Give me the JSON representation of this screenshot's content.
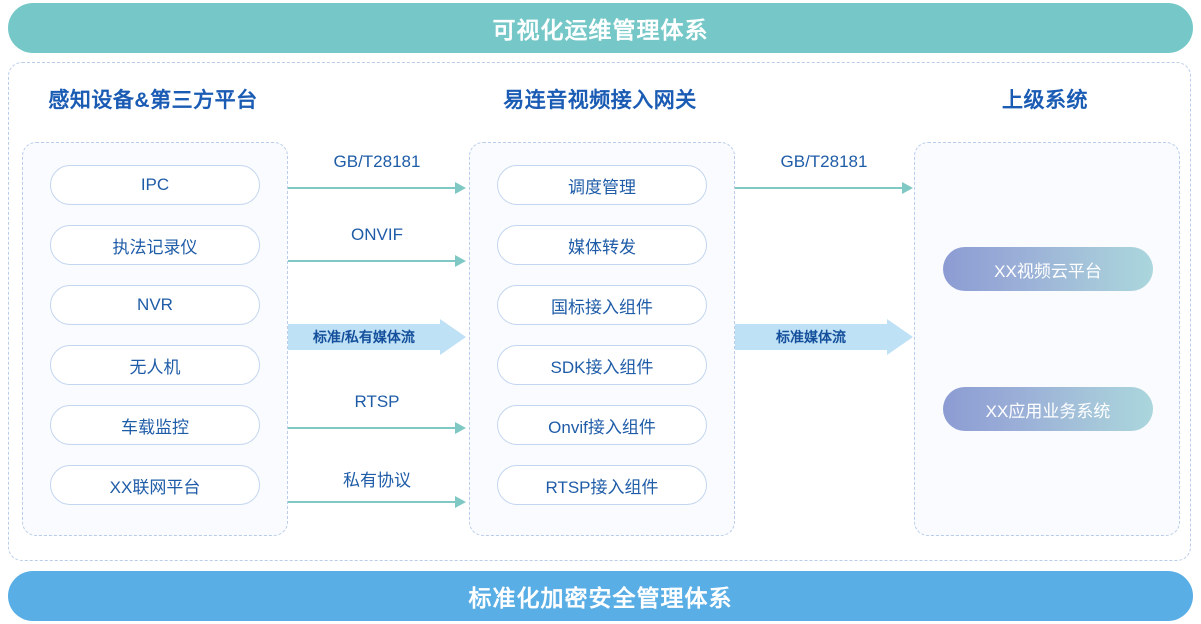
{
  "banners": {
    "top": "可视化运维管理体系",
    "bottom": "标准化加密安全管理体系",
    "top_color": "#76c8c8",
    "bottom_color": "#59aee5"
  },
  "columns": {
    "left": {
      "title": "感知设备&第三方平台",
      "items": [
        "IPC",
        "执法记录仪",
        "NVR",
        "无人机",
        "车载监控",
        "XX联网平台"
      ]
    },
    "middle": {
      "title": "易连音视频接入网关",
      "items": [
        "调度管理",
        "媒体转发",
        "国标接入组件",
        "SDK接入组件",
        "Onvif接入组件",
        "RTSP接入组件"
      ]
    },
    "right": {
      "title": "上级系统",
      "items": [
        "XX视频云平台",
        "XX应用业务系统"
      ]
    }
  },
  "connectors": {
    "left_to_middle": [
      {
        "label": "GB/T28181",
        "style": "line"
      },
      {
        "label": "ONVIF",
        "style": "line"
      },
      {
        "label": "标准/私有媒体流",
        "style": "block"
      },
      {
        "label": "RTSP",
        "style": "line"
      },
      {
        "label": "私有协议",
        "style": "line"
      }
    ],
    "middle_to_right": [
      {
        "label": "GB/T28181",
        "style": "line"
      },
      {
        "label": "标准媒体流",
        "style": "block"
      }
    ]
  },
  "colors": {
    "title_blue": "#1a5bb4",
    "pill_text": "#1f5ca8",
    "pill_border": "#c3d6ef",
    "dashed_border": "#b9cdea",
    "arrow_teal": "#7fc8c4",
    "block_arrow": "#bfe1f5",
    "gradient_start": "#8c9cd3",
    "gradient_end": "#aad6dd"
  }
}
